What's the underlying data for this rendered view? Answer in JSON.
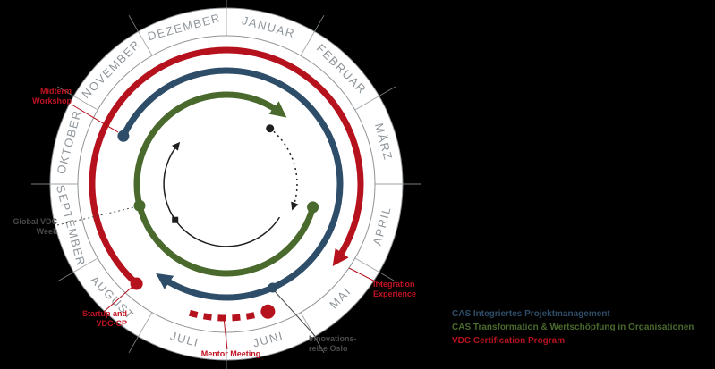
{
  "colors": {
    "background": "#000000",
    "wheel_face": "#ffffff",
    "ring": "#8f9498",
    "month_text": "#8f969b",
    "red": "#b5121d",
    "blue": "#2e4d68",
    "green": "#4a6a2d",
    "ink": "#1f1f1f",
    "leader_dark": "#4a4a4a",
    "callout_red": "#c01320"
  },
  "wheel": {
    "months": [
      "JANUAR",
      "FEBRUAR",
      "MÄRZ",
      "APRIL",
      "MAI",
      "JUNI",
      "JULI",
      "AUGUST",
      "SEPTEMBER",
      "OKTOBER",
      "NOVEMBER",
      "DEZEMBER"
    ]
  },
  "callouts": {
    "midterm": {
      "line1": "Midterm",
      "line2": "Workshop"
    },
    "global": {
      "line1": "Global VDC",
      "line2": "Week"
    },
    "startup": {
      "line1": "Startup and",
      "line2": "VDC-CP"
    },
    "mentor": {
      "line1": "Mentor Meeting"
    },
    "innovation": {
      "line1": "Innovations-",
      "line2": "reise Oslo"
    },
    "integration": {
      "line1": "Integration",
      "line2": "Experience"
    }
  },
  "legend": {
    "cas_pm": "CAS Integriertes Projektmanagement",
    "cas_transformation": "CAS Transformation & Wertschöpfung in Organisationen",
    "vdc_cp": "VDC Certification Program"
  }
}
